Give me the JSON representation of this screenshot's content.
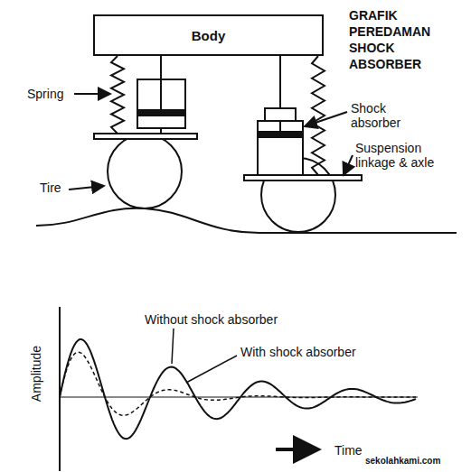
{
  "diagram": {
    "title": "GRAFIK PEREDAMAN SHOCK ABSORBER",
    "nodes": [
      {
        "text": [
          "Body"
        ]
      }
    ],
    "edges": [],
    "labels": [
      "Spring",
      "Shock absorber",
      "Tire",
      "Suspension linkage & axle",
      "Amplitude",
      "Without shock absorber",
      "With shock absorber",
      "Time",
      "sekolahkami.com"
    ]
  }
}
